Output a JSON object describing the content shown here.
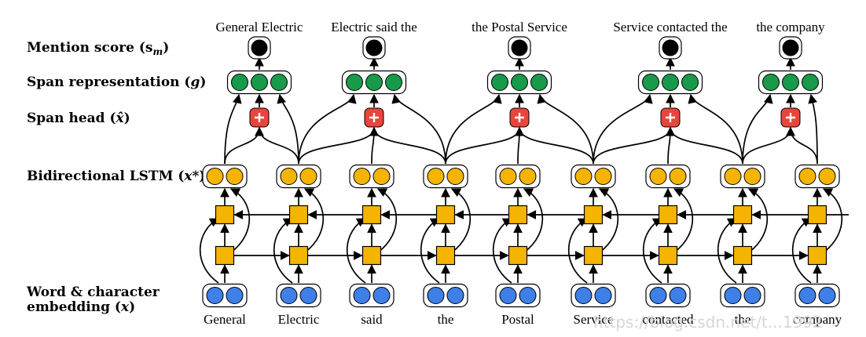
{
  "row_labels": {
    "mention": "Mention score (s",
    "mention_sub": "m",
    "mention_close": ")",
    "span_rep": "Span representation (",
    "span_rep_var": "g",
    "span_rep_close": ")",
    "span_head": "Span head (",
    "span_head_var": "x̂",
    "span_head_close": ")",
    "lstm": "Bidirectional LSTM (",
    "lstm_var": "x*",
    "lstm_close": ")",
    "embed_line1": "Word & character",
    "embed_line2": "embedding (",
    "embed_var": "x",
    "embed_close": ")"
  },
  "words": [
    "General",
    "Electric",
    "said",
    "the",
    "Postal",
    "Service",
    "contacted",
    "the",
    "company"
  ],
  "spans": [
    {
      "text": "General Electric",
      "from": 0,
      "to": 1
    },
    {
      "text": "Electric said the",
      "from": 1,
      "to": 3
    },
    {
      "text": "the Postal Service",
      "from": 3,
      "to": 5
    },
    {
      "text": "Service contacted the",
      "from": 5,
      "to": 7
    },
    {
      "text": "the company",
      "from": 7,
      "to": 8
    }
  ],
  "watermark": "https://blog.csdn.net/t...1992",
  "colors": {
    "lstm_node": "#f5b400",
    "embed_node": "#3f7fe8",
    "span_node": "#189a4a",
    "head_node": "#e8453c",
    "mention_node": "#000000",
    "box": "#f5b400"
  }
}
